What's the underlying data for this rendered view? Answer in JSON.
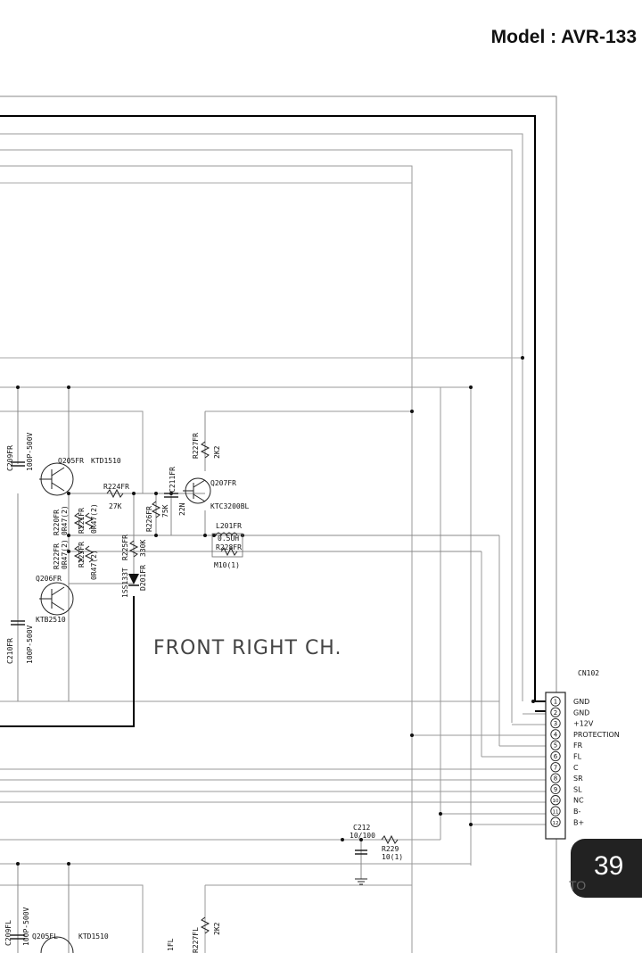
{
  "header": {
    "model": "Model : AVR-133"
  },
  "page_number": "39",
  "footer_fragment": "TO",
  "section_label": "FRONT RIGHT CH.",
  "connector": {
    "ref": "CN102",
    "pins": [
      {
        "num": "1",
        "label": "GND"
      },
      {
        "num": "2",
        "label": "GND"
      },
      {
        "num": "3",
        "label": "+12V"
      },
      {
        "num": "4",
        "label": "PROTECTION"
      },
      {
        "num": "5",
        "label": "FR"
      },
      {
        "num": "6",
        "label": "FL"
      },
      {
        "num": "7",
        "label": "C"
      },
      {
        "num": "8",
        "label": "SR"
      },
      {
        "num": "9",
        "label": "SL"
      },
      {
        "num": "10",
        "label": "NC"
      },
      {
        "num": "11",
        "label": "B-"
      },
      {
        "num": "12",
        "label": "B+"
      }
    ]
  },
  "components": {
    "c209fr": {
      "ref": "C209FR",
      "value": "100P-500V"
    },
    "q205fr": {
      "ref": "Q205FR",
      "part": "KTD1510"
    },
    "r224fr": {
      "ref": "R224FR",
      "value": "27K"
    },
    "r220fr": {
      "ref": "R220FR",
      "value": "0R47(2)"
    },
    "r221fr": {
      "ref": "R221FR",
      "value": "0R47(2)"
    },
    "r222fr": {
      "ref": "R222FR",
      "value": "0R47(2)"
    },
    "r223fr": {
      "ref": "R223FR",
      "value": "0R47(2)"
    },
    "r225fr": {
      "ref": "R225FR",
      "value": "330K"
    },
    "d201fr": {
      "ref": "D201FR",
      "part": "1SS133T"
    },
    "r226fr": {
      "ref": "R226FR",
      "value": "75K"
    },
    "c211fr": {
      "ref": "C211FR",
      "value": "22N"
    },
    "r227fr": {
      "ref": "R227FR",
      "value": "2K2"
    },
    "q207fr": {
      "ref": "Q207FR",
      "part": "KTC3200BL"
    },
    "l201fr": {
      "ref": "L201FR",
      "value": "0.5UH"
    },
    "r228fr": {
      "ref": "R228FR",
      "value": "M10(1)"
    },
    "q206fr": {
      "ref": "Q206FR",
      "part": "KTB2510"
    },
    "c210fr": {
      "ref": "C210FR",
      "value": "100P-500V"
    },
    "c212": {
      "ref": "C212",
      "value": "10/100"
    },
    "r229": {
      "ref": "R229",
      "value": "10(1)"
    },
    "c209fl": {
      "ref": "C209FL",
      "value": "100P-500V"
    },
    "q205fl": {
      "ref": "Q205FL",
      "part": "KTD1510"
    },
    "r227fl": {
      "ref": "R227FL",
      "value": "2K2"
    },
    "fl_fragment": "1FL"
  }
}
